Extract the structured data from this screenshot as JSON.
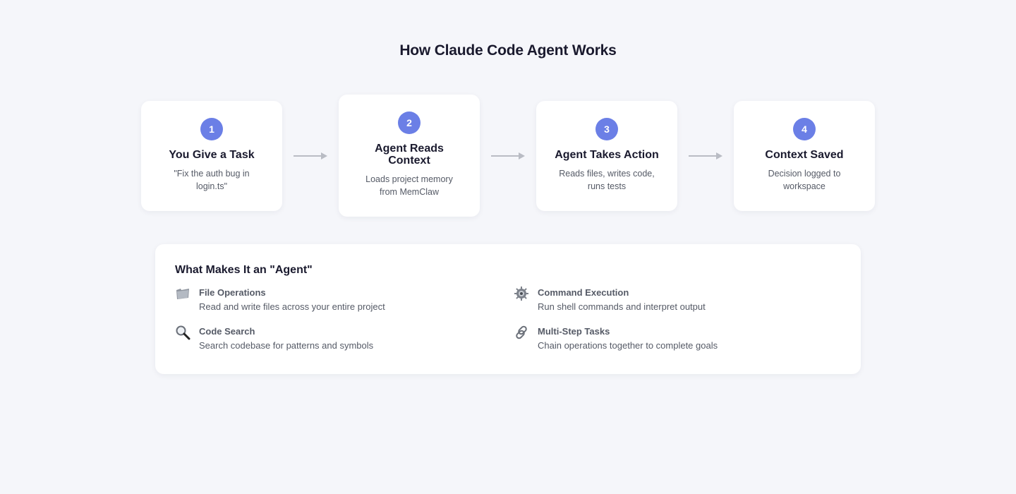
{
  "title": "How Claude Code Agent Works",
  "steps": [
    {
      "number": "1",
      "title": "You Give a Task",
      "description": "\"Fix the auth bug in login.ts\""
    },
    {
      "number": "2",
      "title": "Agent Reads Context",
      "description": "Loads project memory from MemClaw"
    },
    {
      "number": "3",
      "title": "Agent Takes Action",
      "description": "Reads files, writes code, runs tests"
    },
    {
      "number": "4",
      "title": "Context Saved",
      "description": "Decision logged to workspace"
    }
  ],
  "features": {
    "title": "What Makes It an \"Agent\"",
    "items": [
      {
        "icon": "folder-icon",
        "name": "File Operations",
        "description": "Read and write files across your entire project"
      },
      {
        "icon": "gear-icon",
        "name": "Command Execution",
        "description": "Run shell commands and interpret output"
      },
      {
        "icon": "magnifier-icon",
        "name": "Code Search",
        "description": "Search codebase for patterns and symbols"
      },
      {
        "icon": "link-icon",
        "name": "Multi-Step Tasks",
        "description": "Chain operations together to complete goals"
      }
    ]
  },
  "colors": {
    "accent": "#6b7fe6",
    "background": "#f5f6fa",
    "card": "#ffffff",
    "arrow": "#b9bcc4"
  }
}
